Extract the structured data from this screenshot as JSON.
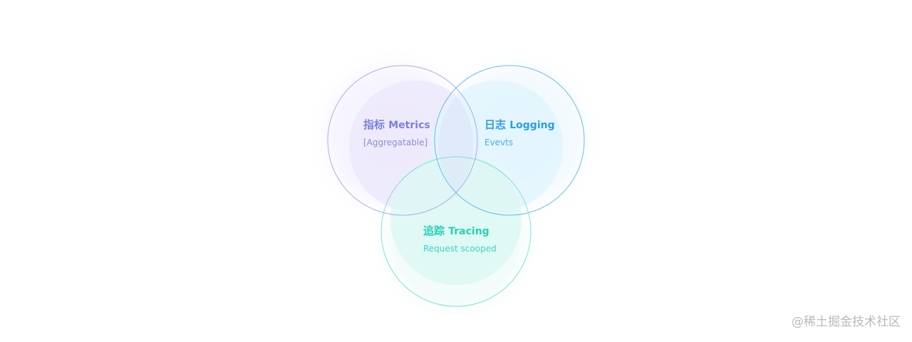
{
  "diagram": {
    "metrics": {
      "zh": "指标",
      "en": "Metrics",
      "sub": "[Aggregatable]",
      "color": "#7b80e0",
      "sub_color": "#8a8fd6"
    },
    "logging": {
      "zh": "日志",
      "en": "Logging",
      "sub": "Evevts",
      "color": "#2aa0e4",
      "sub_color": "#4bb0e6"
    },
    "tracing": {
      "zh": "追踪",
      "en": "Tracing",
      "sub": "Request scooped",
      "color": "#22d3b5",
      "sub_color": "#3ad6bf"
    }
  },
  "watermark": "@稀土掘金技术社区"
}
